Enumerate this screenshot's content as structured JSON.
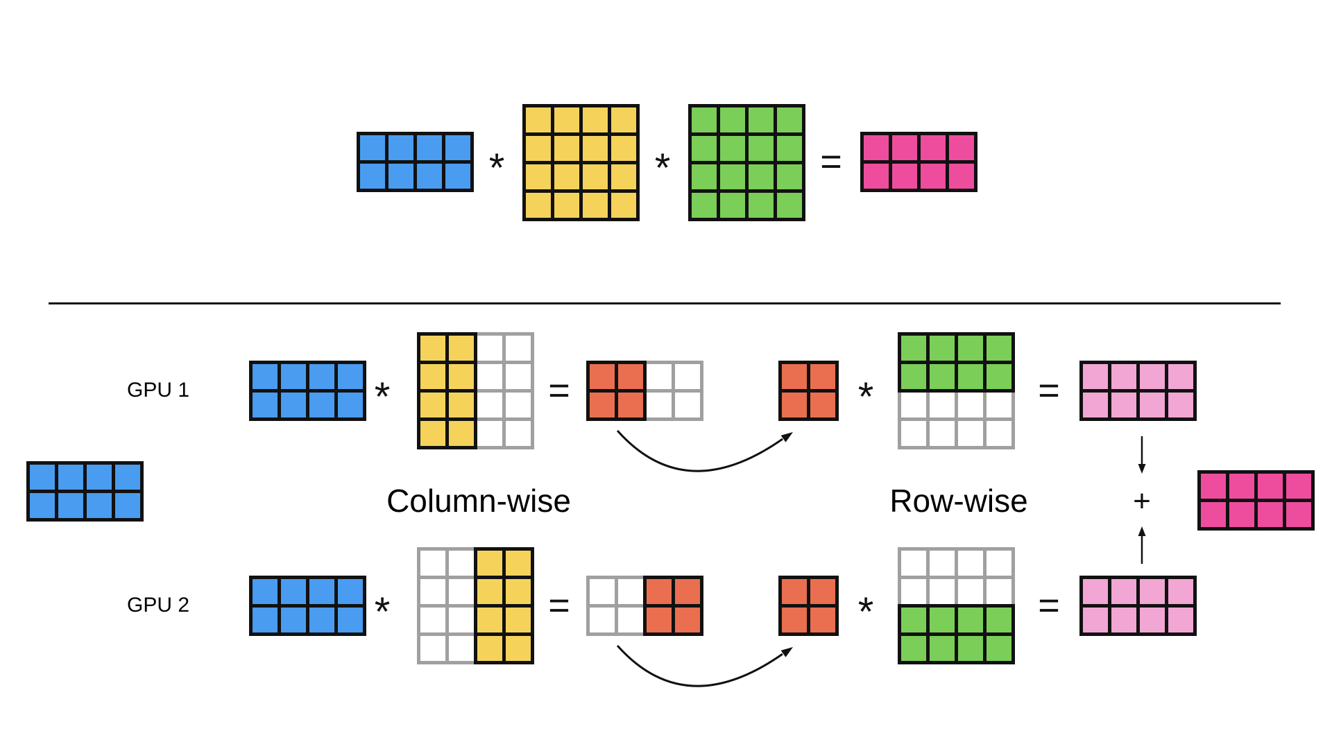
{
  "colors": {
    "blue": "#4a9cf0",
    "yellow": "#f5d35b",
    "green": "#7bce58",
    "magenta": "#ee4d9e",
    "orange": "#e96f50",
    "light_pink": "#f2a6d3",
    "active_border": "#111111",
    "inactive_border": "#a0a0a0",
    "inactive_fill": "#ffffff",
    "line_color": "#111111"
  },
  "operators": {
    "multiply": "*",
    "equals": "=",
    "plus": "+"
  },
  "labels": {
    "gpu1": "GPU 1",
    "gpu2": "GPU 2",
    "column_wise": "Column-wise",
    "row_wise": "Row-wise"
  },
  "matrices": {
    "eq_input": {
      "rows": 2,
      "cols": 4,
      "color": "blue",
      "pattern": "all"
    },
    "eq_weight_a": {
      "rows": 4,
      "cols": 4,
      "color": "yellow",
      "pattern": "all"
    },
    "eq_weight_b": {
      "rows": 4,
      "cols": 4,
      "color": "green",
      "pattern": "all"
    },
    "eq_output": {
      "rows": 2,
      "cols": 4,
      "color": "magenta",
      "pattern": "all"
    },
    "gpu1_input": {
      "rows": 2,
      "cols": 4,
      "color": "blue",
      "pattern": "all"
    },
    "gpu1_weight_a": {
      "rows": 4,
      "cols": 4,
      "color": "yellow",
      "pattern": "left"
    },
    "gpu1_partial": {
      "rows": 2,
      "cols": 4,
      "color": "orange",
      "pattern": "left"
    },
    "gpu1_compact": {
      "rows": 2,
      "cols": 2,
      "color": "orange",
      "pattern": "all"
    },
    "gpu1_weight_b": {
      "rows": 4,
      "cols": 4,
      "color": "green",
      "pattern": "top"
    },
    "gpu1_output": {
      "rows": 2,
      "cols": 4,
      "color": "light_pink",
      "pattern": "all"
    },
    "shared_input": {
      "rows": 2,
      "cols": 4,
      "color": "blue",
      "pattern": "all"
    },
    "final_output": {
      "rows": 2,
      "cols": 4,
      "color": "magenta",
      "pattern": "all"
    },
    "gpu2_input": {
      "rows": 2,
      "cols": 4,
      "color": "blue",
      "pattern": "all"
    },
    "gpu2_weight_a": {
      "rows": 4,
      "cols": 4,
      "color": "yellow",
      "pattern": "right"
    },
    "gpu2_partial": {
      "rows": 2,
      "cols": 4,
      "color": "orange",
      "pattern": "right"
    },
    "gpu2_compact": {
      "rows": 2,
      "cols": 2,
      "color": "orange",
      "pattern": "all"
    },
    "gpu2_weight_b": {
      "rows": 4,
      "cols": 4,
      "color": "green",
      "pattern": "bottom"
    },
    "gpu2_output": {
      "rows": 2,
      "cols": 4,
      "color": "light_pink",
      "pattern": "all"
    }
  }
}
